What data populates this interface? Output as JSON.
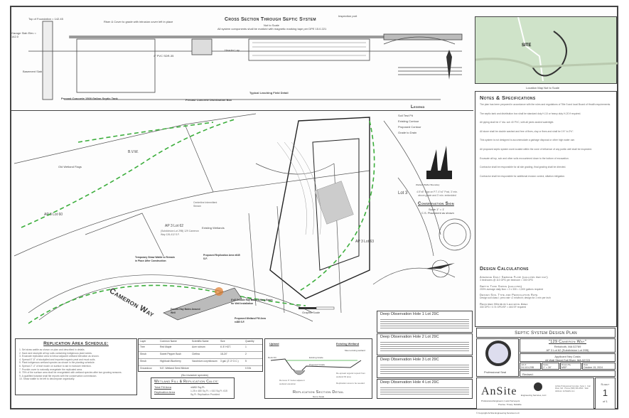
{
  "cross_section": {
    "title": "Cross Section Through Septic System",
    "subtitle": "Not to Scale",
    "note": "All system components shall be marked with magnetic marking tape per DPE 15.0.221",
    "labels": [
      "Top of Foundation = 142.45",
      "Garage Slab Elev = 142.0",
      "Basement Slab",
      "Riser & Cover to grade with intrusion cover left in place",
      "Precast Concrete 1500 Gallon Septic Tank",
      "Precast Concrete Distribution Box",
      "Typical Leaching Field Detail",
      "Inspection port",
      "Header Lap",
      "4\" PVC SDR-35"
    ]
  },
  "location_map": {
    "site_label": "SITE",
    "caption": "Location Map Not to Scale"
  },
  "notes": {
    "title": "Notes & Specifications",
    "items": [
      "The plan has been prepared in accordance with the rules and regulations of Title 5 and local Board of Health requirements.",
      "The septic tank and distribution box shall be standard duty H-10 or heavy duty H-20 if required.",
      "All piping shall be 4\" dia. sch 40 PVC, with all joints sealed watertight.",
      "All stone shall be double washed and free of fines, clay or fines and shall be 1½\" to 2½\".",
      "This system is not designed to accommodate a garbage disposal or other high water use.",
      "All proposed septic system work located within the zone of influence of any public well shall be inspected.",
      "Excavate all top, sub and other soils encountered down to the bottom of excavation.",
      "Contractor shall be responsible for all site grading, final grading shall be directed.",
      "Contractor shall be responsible for additional erosion control, siltation mitigation."
    ]
  },
  "design_calcs": {
    "title": "Design Calculations",
    "sections": [
      {
        "heading": "Average Daily Sewage Flow (gallons per day)",
        "text": "3 bedrooms @ 110 GPD per bedroom = 330 GPD"
      },
      {
        "heading": "Septic Tank Sizing (gallons)",
        "text": "200% average daily flow = 2 x 330 = 1,500 gallons required"
      },
      {
        "heading": "Design Soil Type and Percolation Rate",
        "text": "Design soil class I; perc rate <2 min/inch; design for 2 min per inch"
      },
      {
        "heading": "Required Minimum Leaching Area",
        "text": "330 GPD / 0.74 GPD/SF = 446 SF required"
      }
    ]
  },
  "title_block": {
    "plan_title": "Septic System Design Plan",
    "project": "\"129 Cameron Way\"",
    "town": "Rehoboth, MA 02769",
    "parcel": "AP 3  Lot 62  (Subdivision Lot 29B)",
    "applicant_label": "Applicant",
    "applicant": "Ney Costa",
    "applicant_address": "44 Wall Street  Fall River, MA 02723",
    "fields": [
      {
        "label": "Job #",
        "value": "24-110-29B"
      },
      {
        "label": "Scale",
        "value": "1\" = 30'"
      },
      {
        "label": "Drawn By",
        "value": "MSP"
      },
      {
        "label": "Date",
        "value": "October 15, 2024"
      }
    ],
    "revised_label": "Revised:",
    "seal_label": "Professional Seal",
    "sheet_label": "Sheet",
    "sheet_number": "1",
    "sheet_of": "of 1",
    "company": "AnSite",
    "company_sub": "Engineering Services, LLC",
    "company_tagline": "Professional Engineers | Land Surveyors",
    "company_tagline2": "Precise. Timely. Reliable.",
    "company_address": "AnSite Professional Complex, Suite 1 · Fall River, MA · Phone (508) 336-4500 · Web Address: AnSiteES.com",
    "copyright": "© Copyright AnSite Engineering Services LLC"
  },
  "plan": {
    "labels": {
      "lot_left": "AP 3 Lot 60",
      "lot_main": "AP 3 Lot 62",
      "lot_main_sub": "(Subdivision Lot 29B) 129 Cameron Way 126,412 S.F.",
      "lot_right": "AP 3 Lot 63",
      "lot_top_right": "Lot 3",
      "bvw": "B.V.W.",
      "existing_wetlands": "Existing Wetlands",
      "intermittent": "Centerline Intermittent Stream",
      "proposed_replication": "Proposed Replication Area ±645 S.F.",
      "straw_wattle": "Temporary Straw Wattle to Remain in Place After Construction",
      "hay_bales_well": "Double Hay Bales Around Well",
      "hay_bales_basin": "8'x8' Double Hay Bales Sifting Basin for Well Installation",
      "proposed_fill": "Proposed Wetland Fill Area ±485 S.F.",
      "street": "Cameron Way",
      "graphic_scale": "Graphic Scale",
      "old_wetland": "Old Wetland Flags"
    },
    "legend": {
      "title": "Legend",
      "items": [
        "Soil Test Pit",
        "Existing Contour",
        "Proposed Contour",
        "Grade to Drain"
      ]
    },
    "conservation_sign": {
      "sign_text": "Wetland Buffer Boundary",
      "caption": "4.5\"x6\" Sign on P.T. 4\"x4\" Post, 3' min. above grade and 3' min. embedded",
      "title": "Conservation Sign",
      "scale": "Scale 1\" = 1'",
      "placement": "C.S. Placement as shown"
    }
  },
  "replication_schedule": {
    "title": "Replication Area Schedule:",
    "items": [
      "1. Set straw wattle as shown on plan and described in details.",
      "2. Save and stockpile all top soils containing indigenous plant seeds.",
      "3. Excavate replication area to below adjacent wetland elevation as shown.",
      "4. Spread 6\"-8\" of stockpiled and imported organic peat and muck soils.",
      "5. Plant indigenous wetland species as shown in the planting schedule.",
      "6. Spread 2\"-4\" of leaf mulch on surface to aid in moisture retention.",
      "7. Provide cover to naturally revegetate the replicated area.",
      "8. 75% of the surface area shall be revegetated with wetland species after two growing seasons.",
      "9. A qualified botanist shall file reports with the conservation commission.",
      "10. Straw wattle to be left to decompose organically."
    ]
  },
  "planting_table": {
    "headers": [
      "Layer",
      "Common Name",
      "Scientific Name",
      "Size",
      "Quantity"
    ],
    "rows": [
      [
        "Tree",
        "Red Maple",
        "Acer rubrum",
        "6'-8' HGT.",
        "1"
      ],
      [
        "Shrub",
        "Sweet Pepper Bush",
        "Clethra",
        "18-24\"",
        "2"
      ],
      [
        "Shrub",
        "Highbush Blueberry",
        "Vaccinium corymbosum",
        "3 gal. (2'-3' O.C.)",
        "5"
      ],
      [
        "Groundcov.",
        "N.E. Wetland Seed Mixture",
        "",
        "",
        "0.5 lb"
      ]
    ],
    "footnote": "(No invasive species)"
  },
  "wetland_calcs": {
    "title": "Wetland Fill & Replication Calcs:",
    "rows": [
      {
        "label": "Total Fill Area",
        "value": "±480 Sq.Ft."
      },
      {
        "label": "Replication Area",
        "value": "1.25 x 480 Sq.Ft. = 610 Sq.Ft. 615 Sq.Ft. Replication Provided"
      }
    ]
  },
  "replication_detail": {
    "title": "Replication Section Detail",
    "subtitle": "Not to Scale",
    "labels": [
      "Upland",
      "Existing Wetland",
      "Rock Fill",
      "Existing Grade",
      "Proposed Grade",
      "Meet existing wetland",
      "Remove 6\" below adjacent wetland elevation",
      "Re-spread organic topsoil from wetland fill area",
      "Replication area to be seeded"
    ]
  },
  "observation_holes": [
    {
      "title": "Deep Observation Hole 1 Lot 29C"
    },
    {
      "title": "Deep Observation Hole 2 Lot 29C"
    },
    {
      "title": "Deep Observation Hole 3 Lot 29C"
    },
    {
      "title": "Deep Observation Hole 4 Lot 29C"
    }
  ],
  "colors": {
    "wetland_line": "#3cae3c",
    "ink": "#333333",
    "fill_area": "#e07a2a",
    "sheet_bg": "#ffffff"
  }
}
